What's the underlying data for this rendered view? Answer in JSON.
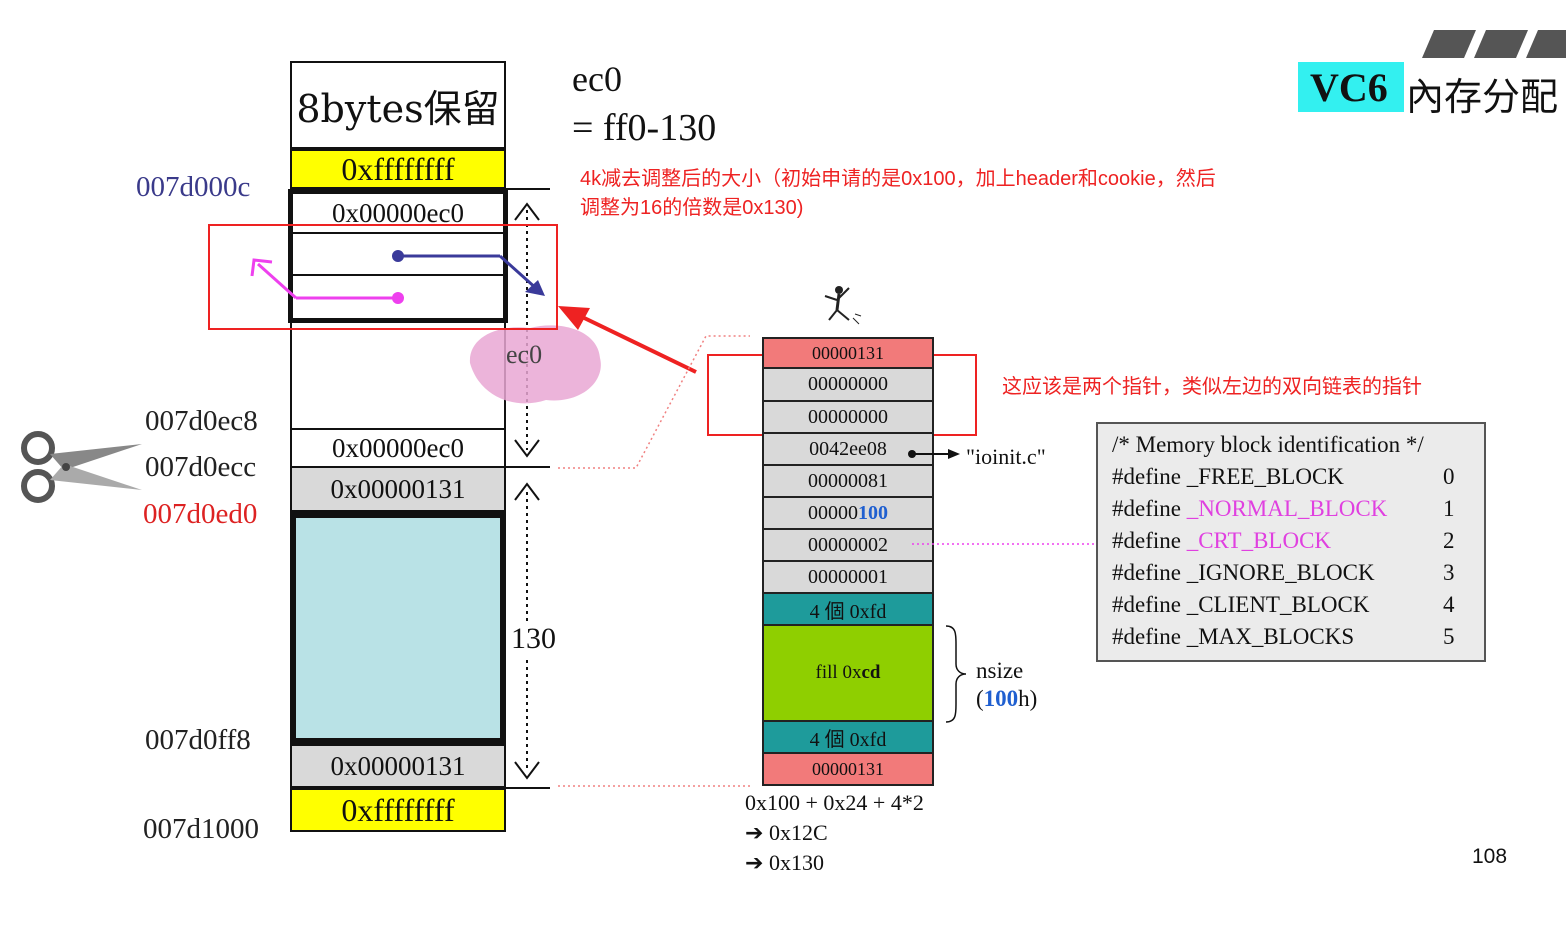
{
  "header": {
    "title_prefix": "VC6",
    "title_suffix": "內存分配",
    "accent_color": "#33f0f0",
    "page_number": "108"
  },
  "formula": {
    "line1": "ec0",
    "line2": "= ff0-130"
  },
  "notes": {
    "red_note_line1": "4k减去调整后的大小（初始申请的是0x100，加上header和cookie，然后",
    "red_note_line2": "调整为16的倍数是0x130)",
    "pointer_note": "这应该是两个指针，类似左边的双向链表的指针",
    "note_color": "#ee2222"
  },
  "left_column": {
    "reserved_label": "8bytes保留",
    "top_marker": "0xffffffff",
    "header_size": "0x00000ec0",
    "footer_size": "0x00000ec0",
    "cookie_top": "0x00000131",
    "cookie_bottom": "0x00000131",
    "bottom_marker": "0xffffffff",
    "free_blob_label": "ec0",
    "span_label": "130",
    "addresses": {
      "a1": "007d000c",
      "a2": "007d0ec8",
      "a3": "007d0ecc",
      "a4": "007d0ed0",
      "a5": "007d0ff8",
      "a6": "007d1000"
    }
  },
  "right_column": {
    "cells": [
      "00000131",
      "00000000",
      "00000000",
      "0042ee08",
      "00000081"
    ],
    "request_prefix": "00000",
    "request_highlight": "100",
    "cells_after": [
      "00000002",
      "00000001"
    ],
    "nomans_top": "4 個 0xfd",
    "fill_prefix": "fill 0x",
    "fill_bold": "cd",
    "nomans_bottom": "4 個 0xfd",
    "cookie_bottom": "00000131",
    "file_label": "\"ioinit.c\"",
    "nsize_label": "nsize",
    "nsize_open": "(",
    "nsize_value": "100",
    "nsize_close": "h)",
    "calc_line1": "0x100 + 0x24 + 4*2",
    "calc_line2": "0x12C",
    "calc_line3": "0x130",
    "arrow_glyph": "➔"
  },
  "defines_box": {
    "comment": "/* Memory block identification */",
    "rows": [
      {
        "kw": "#define",
        "name": "_FREE_BLOCK",
        "value": "0"
      },
      {
        "kw": "#define",
        "name": "_NORMAL_BLOCK",
        "value": "1"
      },
      {
        "kw": "#define",
        "name": "_CRT_BLOCK",
        "value": "2"
      },
      {
        "kw": "#define",
        "name": "_IGNORE_BLOCK",
        "value": "3"
      },
      {
        "kw": "#define",
        "name": "_CLIENT_BLOCK",
        "value": "4"
      },
      {
        "kw": "#define",
        "name": "_MAX_BLOCKS",
        "value": "5"
      }
    ]
  },
  "colors": {
    "yellow": "#ffff00",
    "light_cyan": "#b9e2e6",
    "salmon": "#f27a7a",
    "teal": "#1e9b9b",
    "lime": "#8fcf00",
    "magenta": "#ee40ee",
    "navy": "#3a3a9a",
    "address_red": "#dd2222",
    "address_navy": "#3a3a8a"
  },
  "icons": {
    "scissors": "scissors-icon",
    "pointer_figure": "climber-figure-icon",
    "stripes": "slanted-stripes-logo"
  }
}
